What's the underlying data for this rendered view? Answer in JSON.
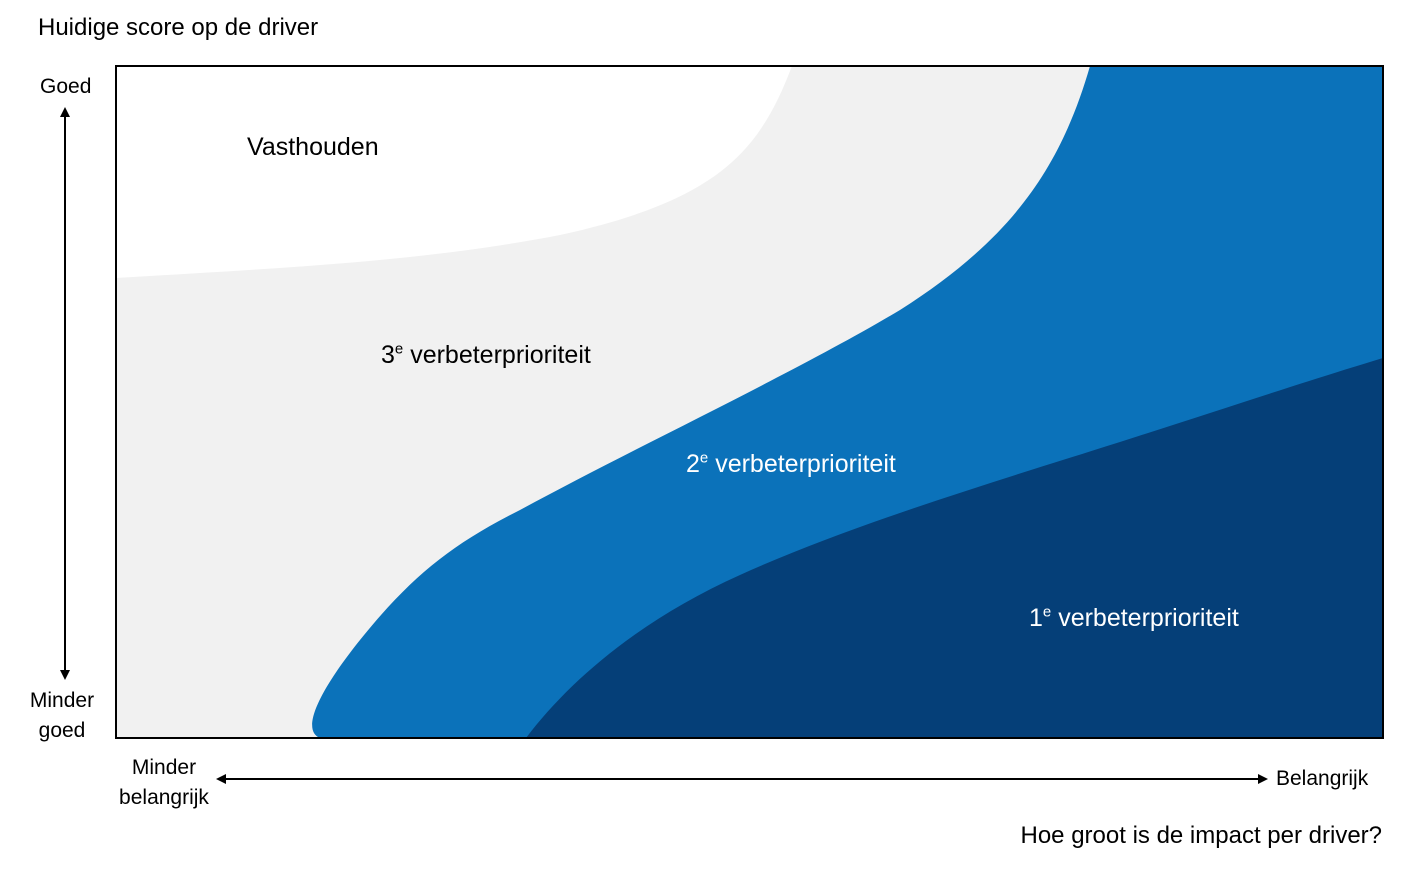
{
  "titles": {
    "y_axis_question": "Huidige score op de driver",
    "x_axis_question": "Hoe groot is de impact per driver?"
  },
  "y_axis": {
    "top_label": "Goed",
    "bottom_label": "Minder goed"
  },
  "x_axis": {
    "left_label": "Minder belangrijk",
    "right_label": "Belangrijk"
  },
  "zones": {
    "hold": {
      "label": "Vasthouden",
      "fill": "#ffffff",
      "text_color": "#000000"
    },
    "third": {
      "prefix": "3",
      "suffix": "e",
      "label": "verbeterprioriteit",
      "fill": "#f1f1f1",
      "text_color": "#000000"
    },
    "second": {
      "prefix": "2",
      "suffix": "e",
      "label": "verbeterprioriteit",
      "fill": "#0b72ba",
      "text_color": "#ffffff"
    },
    "first": {
      "prefix": "1",
      "suffix": "e",
      "label": "verbeterprioriteit",
      "fill": "#053f78",
      "text_color": "#ffffff"
    }
  },
  "colors": {
    "frame": "#000000",
    "arrow": "#000000"
  }
}
